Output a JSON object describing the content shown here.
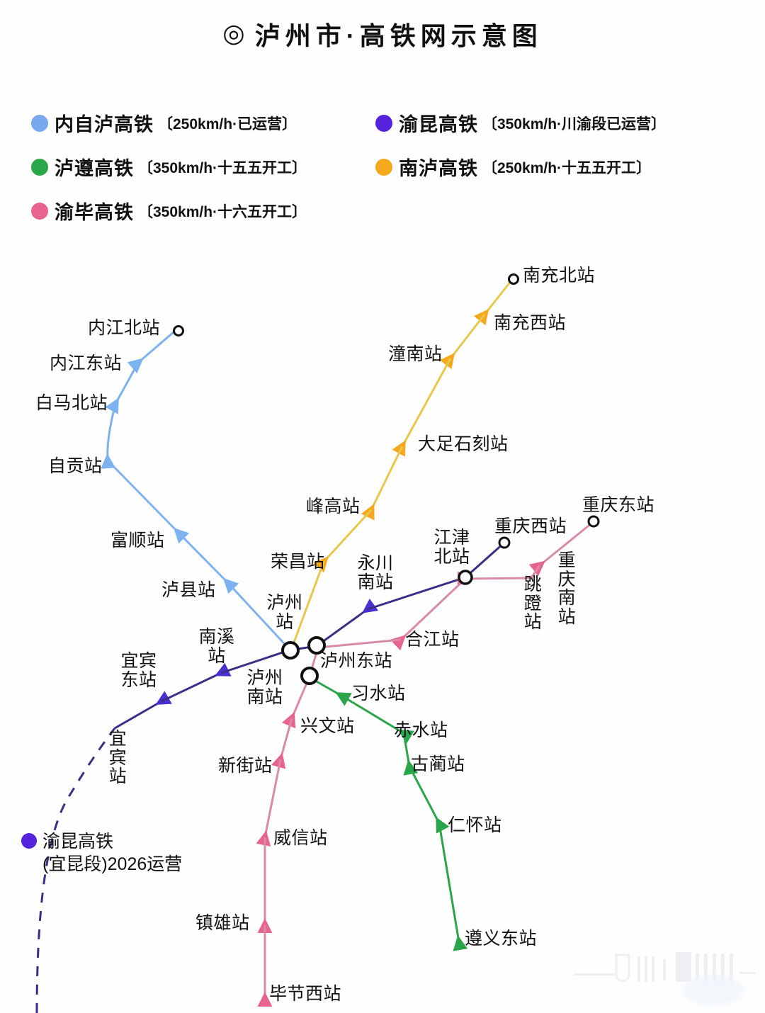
{
  "header": {
    "mark": "◎",
    "title": "泸州市·高铁网示意图"
  },
  "legend": {
    "items": [
      {
        "name": "内自泸高铁",
        "spec": "〔250km/h·已运营〕",
        "color": "#76a9ee"
      },
      {
        "name": "泸遵高铁",
        "spec": "〔350km/h·十五五开工〕",
        "color": "#2aa64a"
      },
      {
        "name": "渝毕高铁",
        "spec": "〔350km/h·十六五开工〕",
        "color": "#e8638f"
      },
      {
        "name": "渝昆高铁",
        "spec": "〔350km/h·川渝段已运营〕",
        "color": "#5522dd"
      },
      {
        "name": "南泸高铁",
        "spec": "〔250km/h·十五五开工〕",
        "color": "#f5a81c"
      }
    ]
  },
  "annotation": {
    "line1": "渝昆高铁",
    "line2": "(宜昆段)2026运营",
    "color": "#5522dd"
  },
  "colors": {
    "blue": "#76a9ee",
    "green": "#2aa64a",
    "pink": "#e8638f",
    "purple": "#3b2e87",
    "purple_marker": "#5522dd",
    "orange": "#f5a81c",
    "orange_line": "#e8c84a",
    "pink_line": "#d4a0b4",
    "hub_stroke": "#111111"
  },
  "chart_data": {
    "type": "diagram",
    "title": "泸州市·高铁网示意图",
    "lines": [
      {
        "name": "内自泸高铁",
        "color": "#76a9ee",
        "speed": "250km/h",
        "status": "已运营",
        "stations": [
          "内江北站",
          "内江东站",
          "白马北站",
          "自贡站",
          "富顺站",
          "泸县站",
          "泸州站"
        ]
      },
      {
        "name": "南泸高铁",
        "color": "#f5a81c",
        "speed": "250km/h",
        "status": "十五五开工",
        "stations": [
          "南充北站",
          "南充西站",
          "潼南站",
          "大足石刻站",
          "峰高站",
          "荣昌站",
          "泸州站"
        ]
      },
      {
        "name": "渝昆高铁",
        "color": "#5522dd",
        "speed": "350km/h",
        "status": "川渝段已运营",
        "stations": [
          "宜宾站",
          "宜宾东站",
          "南溪站",
          "泸州站",
          "泸州东站",
          "永川南站",
          "江津北站",
          "重庆西站"
        ]
      },
      {
        "name": "渝毕高铁",
        "color": "#e8638f",
        "speed": "350km/h",
        "status": "十六五开工",
        "stations": [
          "重庆东站",
          "跳蹬站",
          "江津北站",
          "合江站",
          "泸州东站",
          "泸州南站",
          "兴文站",
          "新街站",
          "威信站",
          "镇雄站",
          "毕节西站"
        ]
      },
      {
        "name": "泸遵高铁",
        "color": "#2aa64a",
        "speed": "350km/h",
        "status": "十五五开工",
        "stations": [
          "泸州南站",
          "习水站",
          "赤水站",
          "古蔺站",
          "仁怀站",
          "遵义东站"
        ]
      }
    ],
    "interchange_stations": [
      "泸州站",
      "泸州东站",
      "泸州南站",
      "江津北站"
    ],
    "terminal_stations": [
      "内江北站",
      "南充北站",
      "重庆西站",
      "重庆东站"
    ]
  },
  "stations": {
    "neijiangbei": "内江北站",
    "neijiangdong": "内江东站",
    "baimabei": "白马北站",
    "zigong": "自贡站",
    "fushun": "富顺站",
    "luxian": "泸县站",
    "nanchongbei": "南充北站",
    "nanchongxi": "南充西站",
    "tongnan": "潼南站",
    "dazushike": "大足石刻站",
    "fenggao": "峰高站",
    "rongchang": "荣昌站",
    "yongchuannan": "永川南站",
    "jiangjinbei": "江津北站",
    "chongqingxi": "重庆西站",
    "chongqingdong": "重庆东站",
    "tiaodeng": "跳蹬站",
    "chongqingnan": "重庆南站",
    "hejiang": "合江站",
    "luzhou": "泸州站",
    "luzhoudong": "泸州东站",
    "luzhounan": "泸州南站",
    "nanxi": "南溪站",
    "yibindong": "宜宾东站",
    "yibin": "宜宾站",
    "xishui": "习水站",
    "chishui": "赤水站",
    "gulin": "古蔺站",
    "renhuai": "仁怀站",
    "zunyidong": "遵义东站",
    "xingwen": "兴文站",
    "xinjie": "新街站",
    "weixin": "威信站",
    "zhenxiong": "镇雄站",
    "bijiexi": "毕节西站"
  }
}
